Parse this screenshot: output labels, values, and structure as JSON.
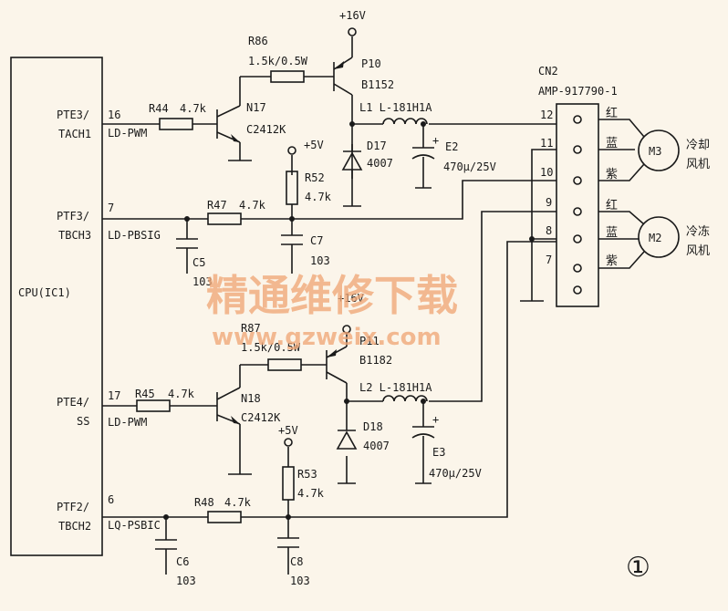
{
  "cpu": {
    "name": "CPU(IC1)",
    "pins": [
      {
        "port_line1": "PTE3/",
        "port_line2": "TACH1",
        "pin": "16",
        "signal": "LD-PWM"
      },
      {
        "port_line1": "PTF3/",
        "port_line2": "TBCH3",
        "pin": "7",
        "signal": "LD-PBSIG"
      },
      {
        "port_line1": "PTE4/",
        "port_line2": "SS",
        "pin": "17",
        "signal": "LD-PWM"
      },
      {
        "port_line1": "PTF2/",
        "port_line2": "TBCH2",
        "pin": "6",
        "signal": "LQ-PSBIC"
      }
    ]
  },
  "resistors": {
    "r44": {
      "ref": "R44",
      "value": "4.7k"
    },
    "r86": {
      "ref": "R86",
      "value": "1.5k/0.5W"
    },
    "r52": {
      "ref": "R52",
      "value": "4.7k"
    },
    "r47": {
      "ref": "R47",
      "value": "4.7k"
    },
    "r87": {
      "ref": "R87",
      "value": "1.5k/0.5W"
    },
    "r45": {
      "ref": "R45",
      "value": "4.7k"
    },
    "r53": {
      "ref": "R53",
      "value": "4.7k"
    },
    "r48": {
      "ref": "R48",
      "value": "4.7k"
    }
  },
  "transistors": {
    "n17": {
      "ref": "N17",
      "part": "C2412K"
    },
    "p10": {
      "ref": "P10",
      "part": "B1152"
    },
    "n18": {
      "ref": "N18",
      "part": "C2412K"
    },
    "p11": {
      "ref": "P11",
      "part": "B1182"
    }
  },
  "inductors": {
    "l1": {
      "label": "L1 L-181H1A"
    },
    "l2": {
      "label": "L2 L-181H1A"
    }
  },
  "diodes": {
    "d17": {
      "ref": "D17",
      "part": "4007"
    },
    "d18": {
      "ref": "D18",
      "part": "4007"
    }
  },
  "capacitors": {
    "e2": {
      "ref": "E2",
      "value": "470μ/25V"
    },
    "e3": {
      "ref": "E3",
      "value": "470μ/25V"
    },
    "c5": {
      "ref": "C5",
      "value": "103"
    },
    "c7": {
      "ref": "C7",
      "value": "103"
    },
    "c6": {
      "ref": "C6",
      "value": "103"
    },
    "c8": {
      "ref": "C8",
      "value": "103"
    },
    "plus": "+"
  },
  "supplies": {
    "v16": "+16V",
    "v5": "+5V"
  },
  "connector": {
    "ref": "CN2",
    "part": "AMP-917790-1",
    "pins": [
      "12",
      "11",
      "10",
      "9",
      "8",
      "7"
    ],
    "wire_colors": [
      "红",
      "蓝",
      "紫",
      "红",
      "蓝",
      "紫"
    ]
  },
  "motors": {
    "m3": {
      "ref": "M3",
      "name_line1": "冷却",
      "name_line2": "风机"
    },
    "m2": {
      "ref": "M2",
      "name_line1": "冷冻",
      "name_line2": "风机"
    }
  },
  "watermark": {
    "title": "精通维修下载",
    "url": "www.gzweix.com"
  },
  "figure_number": "①"
}
